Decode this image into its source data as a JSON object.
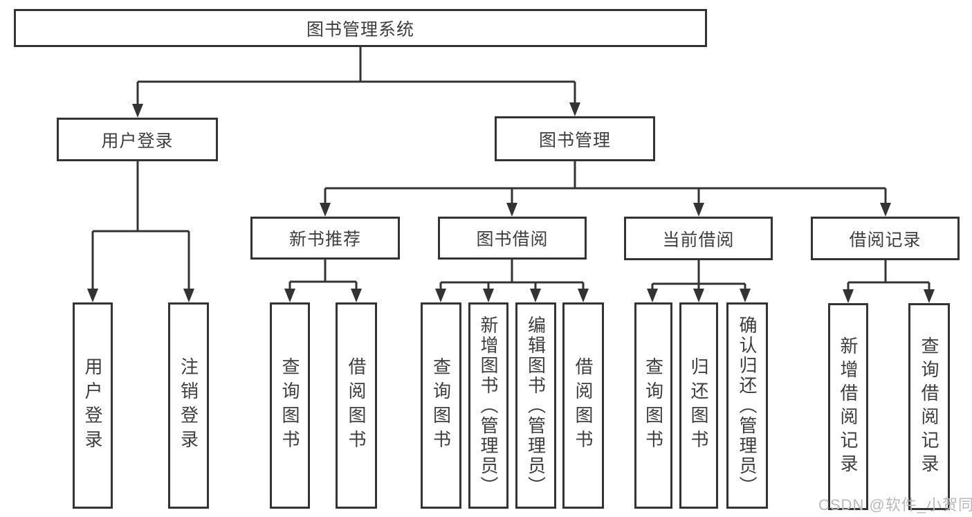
{
  "diagram": {
    "root": {
      "label": "图书管理系统"
    },
    "branches": [
      {
        "label": "用户登录",
        "children": [
          {
            "label": "用户登录"
          },
          {
            "label": "注销登录"
          }
        ]
      },
      {
        "label": "图书管理",
        "children": [
          {
            "label": "新书推荐",
            "children": [
              {
                "label": "查询图书"
              },
              {
                "label": "借阅图书"
              }
            ]
          },
          {
            "label": "图书借阅",
            "children": [
              {
                "label": "查询图书"
              },
              {
                "label": "新增图书（管理员）"
              },
              {
                "label": "编辑图书（管理员）"
              },
              {
                "label": "借阅图书"
              }
            ]
          },
          {
            "label": "当前借阅",
            "children": [
              {
                "label": "查询图书"
              },
              {
                "label": "归还图书"
              },
              {
                "label": "确认归还（管理员）"
              }
            ]
          },
          {
            "label": "借阅记录",
            "children": [
              {
                "label": "新增借阅记录"
              },
              {
                "label": "查询借阅记录"
              }
            ]
          }
        ]
      }
    ]
  },
  "watermark": {
    "text": "CSDN @软件_小贺同学"
  },
  "colors": {
    "line": "#333333",
    "node_text": "#3d3d3d",
    "node_background": "#ffffff",
    "watermark_text": "#b9b9b9"
  }
}
